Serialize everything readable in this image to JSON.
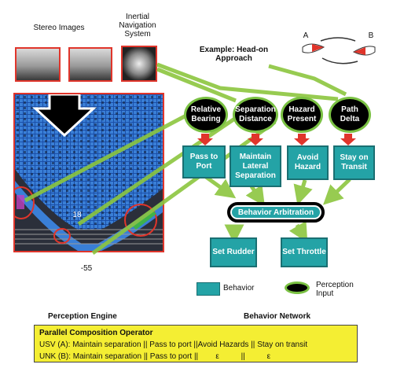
{
  "labels": {
    "stereo_images": "Stereo Images",
    "ins_title": "Inertial Navigation System",
    "example": "Example: Head-on Approach",
    "vessel_a": "A",
    "vessel_b": "B",
    "tick_18": "18",
    "tick_neg55": "-55",
    "perception_engine": "Perception Engine",
    "behavior_network": "Behavior Network"
  },
  "perceptions": [
    {
      "label": "Relative Bearing"
    },
    {
      "label": "Separation Distance"
    },
    {
      "label": "Hazard Present"
    },
    {
      "label": "Path Delta"
    }
  ],
  "behaviors": [
    {
      "label": "Pass to Port"
    },
    {
      "label": "Maintain Lateral Separation"
    },
    {
      "label": "Avoid Hazard"
    },
    {
      "label": "Stay on Transit"
    }
  ],
  "arbitration": "Behavior Arbitration",
  "outputs": [
    {
      "label": "Set Rudder"
    },
    {
      "label": "Set Throttle"
    }
  ],
  "legend": {
    "behavior": "Behavior",
    "perception": "Perception Input"
  },
  "operator": {
    "title": "Parallel Composition Operator",
    "usv": "USV (A): Maintain separation || Pass to port ||Avoid Hazards || Stay on transit",
    "unk": "UNK (B): Maintain separation || Pass to port ||        ε          ||          ε"
  },
  "colors": {
    "behavior_fill": "#24a3a6",
    "perception_outline": "#7ac143",
    "arrow_green": "#8cc63f",
    "arrow_red": "#e0352b",
    "operator_box": "#f4ee33"
  }
}
